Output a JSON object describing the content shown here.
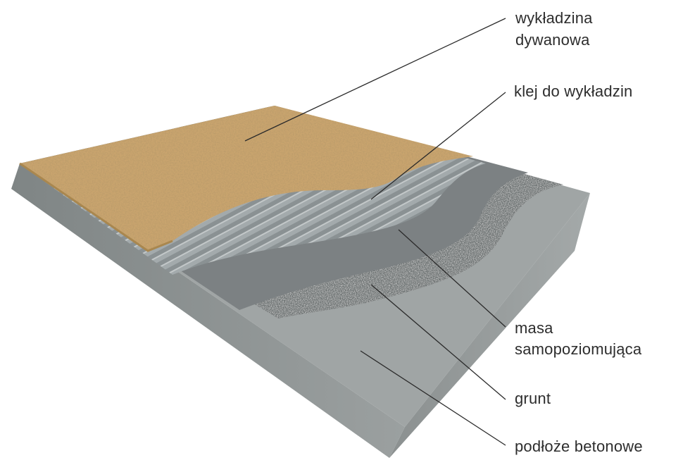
{
  "labels": {
    "carpet_line1": "wykładzina",
    "carpet_line2": "dywanowa",
    "adhesive": "klej do wykładzin",
    "leveling_line1": "masa",
    "leveling_line2": "samopoziomująca",
    "primer": "grunt",
    "concrete": "podłoże betonowe"
  },
  "colors": {
    "carpet": "#c9a46e",
    "adhesive": "#9aa1a3",
    "leveling": "#7d8284",
    "primer": "#6a6d6e",
    "concrete_top": "#9ea3a3",
    "concrete_side": "#8a8f8f",
    "leader_line": "#2b2b2b"
  }
}
